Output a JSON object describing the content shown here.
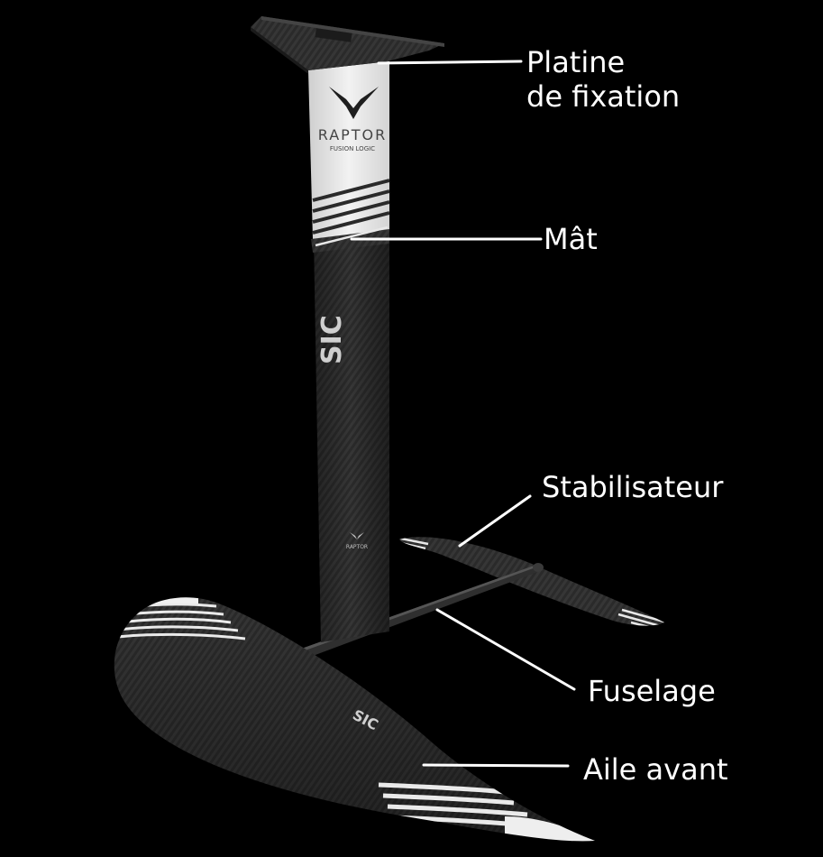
{
  "labels": {
    "platine_line1": "Platine",
    "platine_line2": "de fixation",
    "mat": "Mât",
    "stabilisateur": "Stabilisateur",
    "fuselage": "Fuselage",
    "aile_avant": "Aile avant"
  },
  "mast_branding": {
    "brand": "RAPTOR",
    "subline": "FUSION LOGIC",
    "logo": "SIC",
    "small_brand": "RAPTOR"
  },
  "colors": {
    "background": "#000000",
    "carbon": "#2b2b2b",
    "panel": "#e9e9e9",
    "leader": "#ffffff"
  }
}
